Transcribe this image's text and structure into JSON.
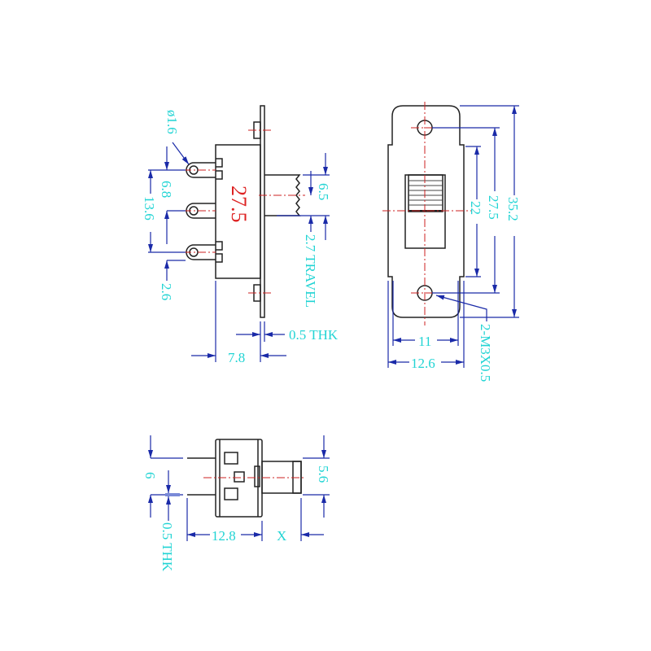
{
  "side_view": {
    "hole_diameter": "ø1.6",
    "pin_pitch": "6.8",
    "pin_span": "13.6",
    "pin_offset": "2.6",
    "body_length": "27.5",
    "actuator_width": "6.5",
    "travel": "2.7 TRAVEL",
    "plate_thickness": "0.5 THK",
    "body_depth": "7.8"
  },
  "front_view": {
    "overall_length": "35.2",
    "hole_pitch": "27.5",
    "body_length": "22",
    "inner_width": "11",
    "plate_width": "12.6",
    "screw_spec": "2-M3X0.5"
  },
  "bottom_view": {
    "pin_spacing": "6",
    "pin_thickness": "0.5 THK",
    "body_depth": "12.8",
    "actuator_length": "X",
    "actuator_height": "5.6"
  },
  "colors": {
    "outline": "#222222",
    "center_line": "#cc2222",
    "dimension": "#1a2aa8",
    "dim_text": "#22d4d4",
    "highlight": "#dd2222"
  }
}
